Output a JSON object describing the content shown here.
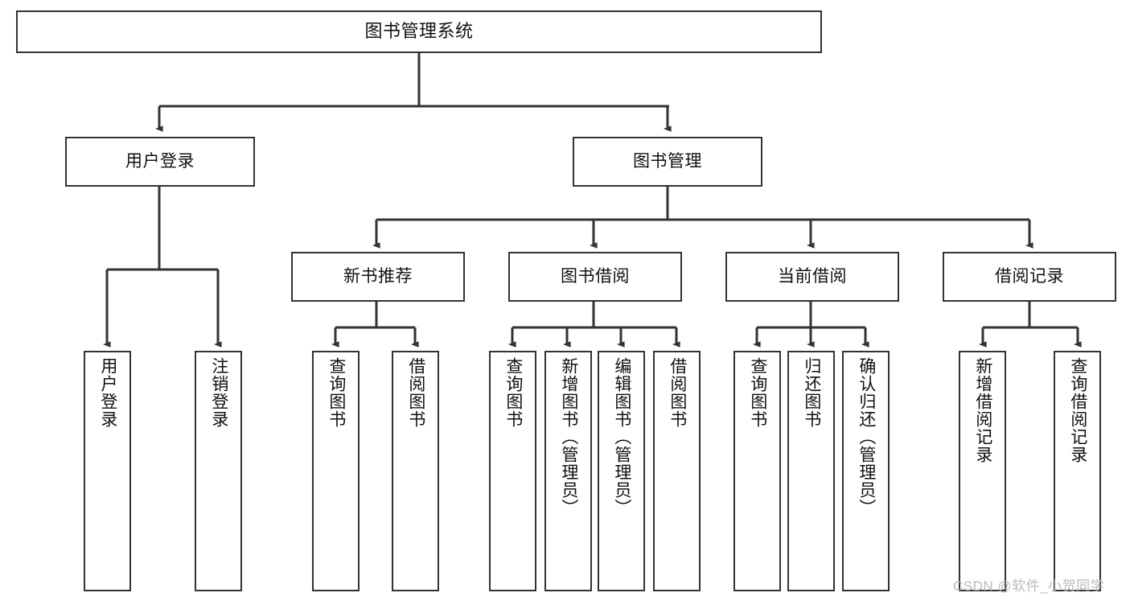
{
  "diagram": {
    "title": "图书管理系统",
    "type": "tree-hierarchy",
    "watermark": "CSDN @软件_小贺同学",
    "colors": {
      "box_border": "#333333",
      "box_fill": "#ffffff",
      "edge": "#333333",
      "text": "#111111",
      "watermark": "#b9b9b9"
    },
    "nodes": {
      "root": {
        "label": "图书管理系统"
      },
      "level2": [
        {
          "id": "user-login",
          "label": "用户登录"
        },
        {
          "id": "book-manage",
          "label": "图书管理"
        }
      ],
      "level3": [
        {
          "id": "new-book-recommend",
          "label": "新书推荐"
        },
        {
          "id": "book-borrow",
          "label": "图书借阅"
        },
        {
          "id": "current-borrow",
          "label": "当前借阅"
        },
        {
          "id": "borrow-record",
          "label": "借阅记录"
        }
      ],
      "leaves": {
        "user-login": [
          {
            "id": "leaf-user-login",
            "label": "用户登录"
          },
          {
            "id": "leaf-user-logout",
            "label": "注销登录"
          }
        ],
        "new-book-recommend": [
          {
            "id": "leaf-query-book-1",
            "label": "查询图书"
          },
          {
            "id": "leaf-borrow-book-1",
            "label": "借阅图书"
          }
        ],
        "book-borrow": [
          {
            "id": "leaf-query-book-2",
            "label": "查询图书"
          },
          {
            "id": "leaf-add-book",
            "label": "新增图书（管理员）"
          },
          {
            "id": "leaf-edit-book",
            "label": "编辑图书（管理员）"
          },
          {
            "id": "leaf-borrow-book-2",
            "label": "借阅图书"
          }
        ],
        "current-borrow": [
          {
            "id": "leaf-query-book-3",
            "label": "查询图书"
          },
          {
            "id": "leaf-return-book",
            "label": "归还图书"
          },
          {
            "id": "leaf-confirm-return",
            "label": "确认归还（管理员）"
          }
        ],
        "borrow-record": [
          {
            "id": "leaf-add-record",
            "label": "新增借阅记录"
          },
          {
            "id": "leaf-query-record",
            "label": "查询借阅记录"
          }
        ]
      }
    }
  }
}
